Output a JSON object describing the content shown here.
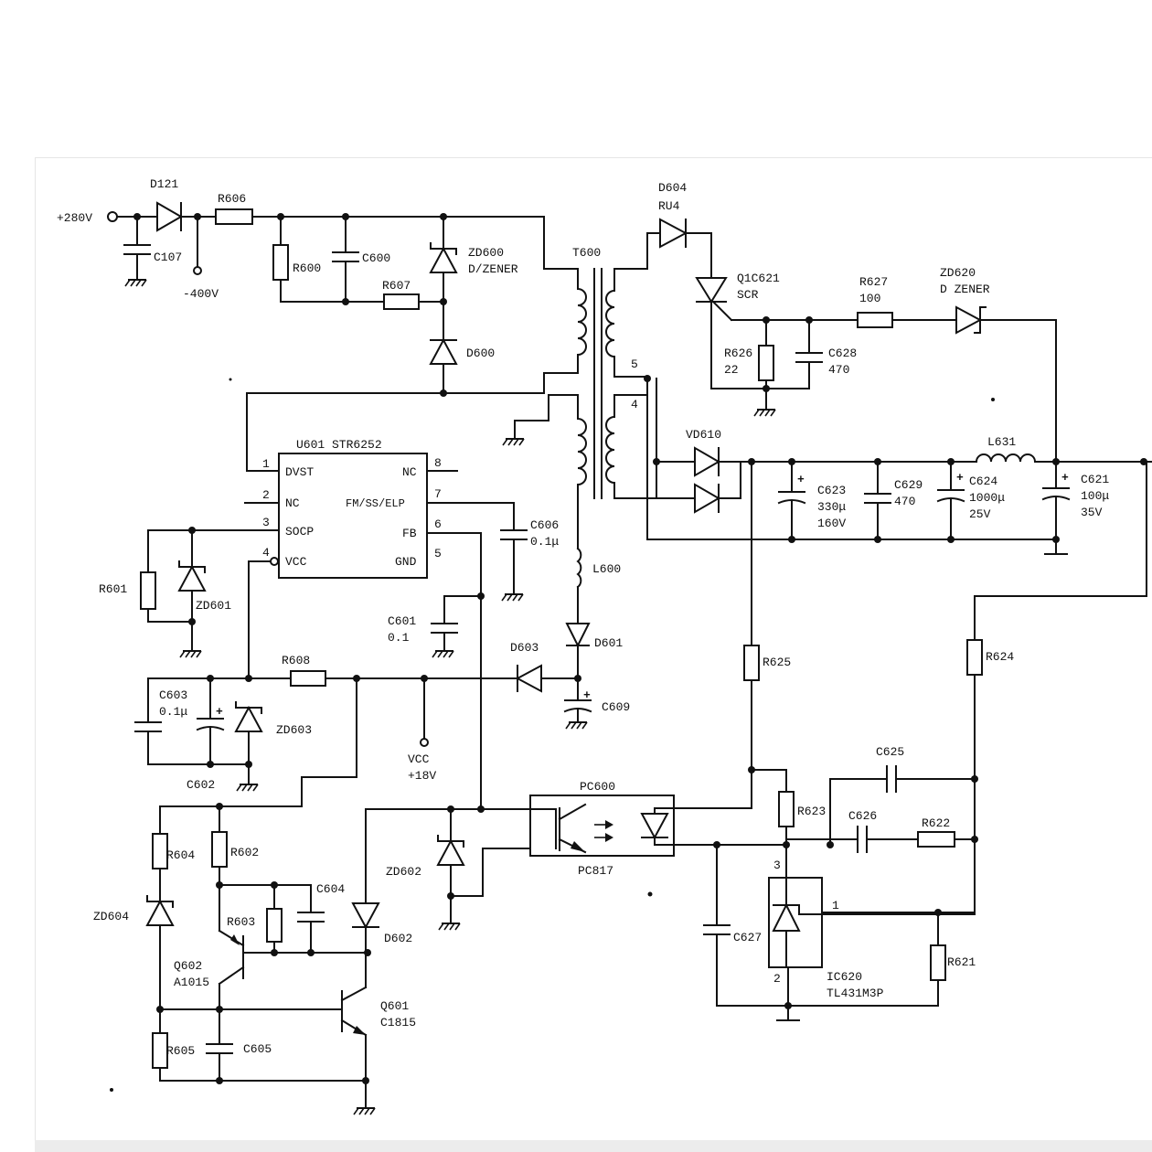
{
  "diagram": {
    "labels": {
      "in280": "+280V",
      "d121": "D121",
      "c107": "C107",
      "out400": "-400V",
      "r606": "R606",
      "r600": "R600",
      "c600": "C600",
      "r607": "R607",
      "zd600": "ZD600",
      "zd600_type": "D/ZENER",
      "d600": "D600",
      "t600": "T600",
      "d604": "D604",
      "d604_type": "RU4",
      "q621": "Q1C621",
      "q621_type": "SCR",
      "r627": "R627",
      "r627_val": "100",
      "zd620": "ZD620",
      "zd620_type": "D ZENER",
      "r626": "R626",
      "r626_val": "22",
      "c628": "C628",
      "c628_val": "470",
      "pin5": "5",
      "pin4": "4",
      "ic_title": "U601  STR6252",
      "pin_1_num": "1",
      "pin_1": "DVST",
      "pin_2_num": "2",
      "pin_2": "NC",
      "pin_3_num": "3",
      "pin_3": "SOCP",
      "pin_4_num": "4",
      "pin_4": "VCC",
      "pin_8_num": "8",
      "pin_8": "NC",
      "pin_7_num": "7",
      "pin_7": "FM/SS/ELP",
      "pin_6_num": "6",
      "pin_6": "FB",
      "pin_5_num": "5",
      "pin_5": "GND",
      "vd610": "VD610",
      "l631": "L631",
      "c623": "C623",
      "c623_v1": "330μ",
      "c623_v2": "160V",
      "c629": "C629",
      "c629_val": "470",
      "c624": "C624",
      "c624_v1": "1000μ",
      "c624_v2": "25V",
      "c621": "C621",
      "c621_v1": "100μ",
      "c621_v2": "35V",
      "c606": "C606",
      "c606_val": "0.1μ",
      "l600": "L600",
      "r601": "R601",
      "zd601": "ZD601",
      "c601": "C601",
      "c601_val": "0.1",
      "d601": "D601",
      "d603": "D603",
      "r608": "R608",
      "c603": "C603",
      "c603_val": "0.1μ",
      "zd603": "ZD603",
      "c602": "C602",
      "c609": "C609",
      "vcc_lbl": "VCC",
      "vcc_val": "+18V",
      "r625": "R625",
      "r624": "R624",
      "c625a": "C625",
      "pc600": "PC600",
      "pc817": "PC817",
      "r623": "R623",
      "c626": "C626",
      "r622": "R622",
      "zd602": "ZD602",
      "r604": "R604",
      "r602": "R602",
      "c604": "C604",
      "r603": "R603",
      "d602": "D602",
      "zd604": "ZD604",
      "q602": "Q602",
      "q602_type": "A1015",
      "q601": "Q601",
      "q601_type": "C1815",
      "r605": "R605",
      "c605": "C605",
      "c627": "C627",
      "ic620_p3": "3",
      "ic620_p1": "1",
      "ic620_p2": "2",
      "ic620": "IC620",
      "ic620_type": "TL431M3P",
      "r621": "R621"
    }
  }
}
